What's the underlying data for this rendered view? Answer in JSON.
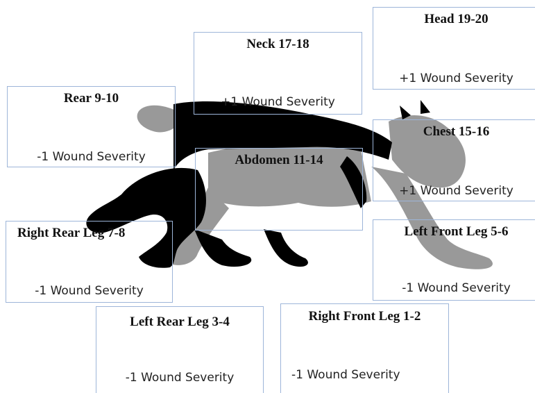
{
  "diagram": {
    "zones": [
      {
        "id": "neck",
        "title": "Neck 17-18",
        "effect": "+1 Wound Severity"
      },
      {
        "id": "head",
        "title": "Head 19-20",
        "effect": "+1 Wound Severity"
      },
      {
        "id": "rear",
        "title": "Rear 9-10",
        "effect": "-1 Wound Severity"
      },
      {
        "id": "abdomen",
        "title": "Abdomen 11-14",
        "effect": ""
      },
      {
        "id": "chest",
        "title": "Chest 15-16",
        "effect": "+1 Wound Severity"
      },
      {
        "id": "right-rear-leg",
        "title": "Right Rear Leg 7-8",
        "effect": "-1 Wound Severity"
      },
      {
        "id": "left-front-leg",
        "title": "Left Front Leg 5-6",
        "effect": "-1 Wound Severity"
      },
      {
        "id": "left-rear-leg",
        "title": "Left Rear Leg 3-4",
        "effect": "-1 Wound Severity"
      },
      {
        "id": "right-front-leg",
        "title": "Right Front Leg 1-2",
        "effect": "-1 Wound Severity"
      }
    ],
    "colors": {
      "near_side": "#000000",
      "far_side": "#999999",
      "box_border": "#9db5d9"
    }
  }
}
